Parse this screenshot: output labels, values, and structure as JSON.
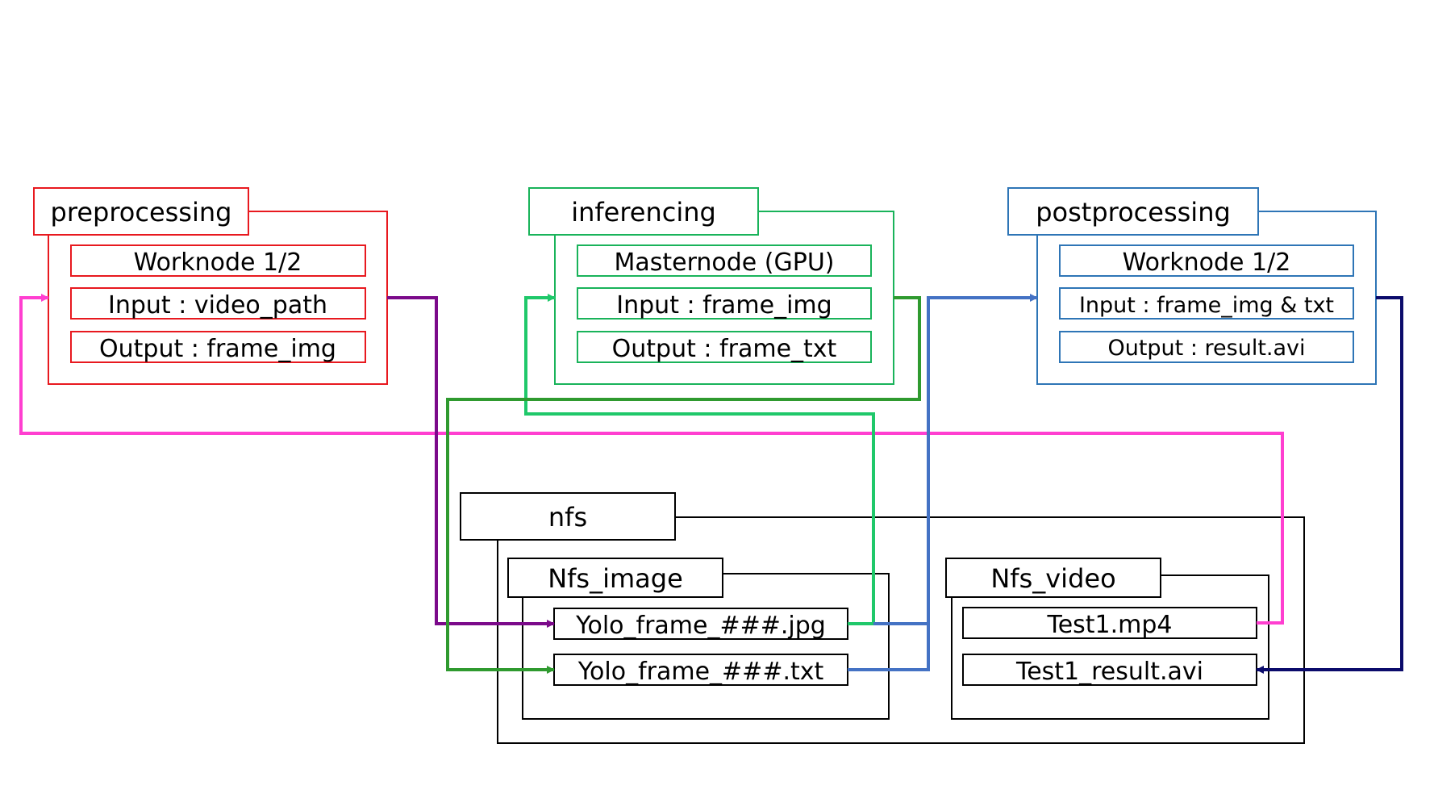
{
  "preprocessing": {
    "title": "preprocessing",
    "rows": [
      "Worknode 1/2",
      "Input : video_path",
      "Output : frame_img"
    ],
    "color": "#e8191f"
  },
  "inferencing": {
    "title": "inferencing",
    "rows": [
      "Masternode (GPU)",
      "Input : frame_img",
      "Output : frame_txt"
    ],
    "color": "#19b35a"
  },
  "postprocessing": {
    "title": "postprocessing",
    "rows": [
      "Worknode 1/2",
      "Input : frame_img & txt",
      "Output : result.avi"
    ],
    "color": "#2e75b6"
  },
  "nfs": {
    "title": "nfs",
    "nfs_image": {
      "title": "Nfs_image",
      "files": [
        "Yolo_frame_###.jpg",
        "Yolo_frame_###.txt"
      ]
    },
    "nfs_video": {
      "title": "Nfs_video",
      "files": [
        "Test1.mp4",
        "Test1_result.avi"
      ]
    }
  },
  "arrow_colors": {
    "video_to_preprocessing": "#ff3fd0",
    "preprocessing_to_jpg": "#7b0a8a",
    "jpg_to_inferencing": "#1fc86a",
    "inferencing_to_txt": "#2f9a2f",
    "nfs_to_postprocessing": "#4472c4",
    "postprocessing_to_avi": "#0b0b6b"
  }
}
